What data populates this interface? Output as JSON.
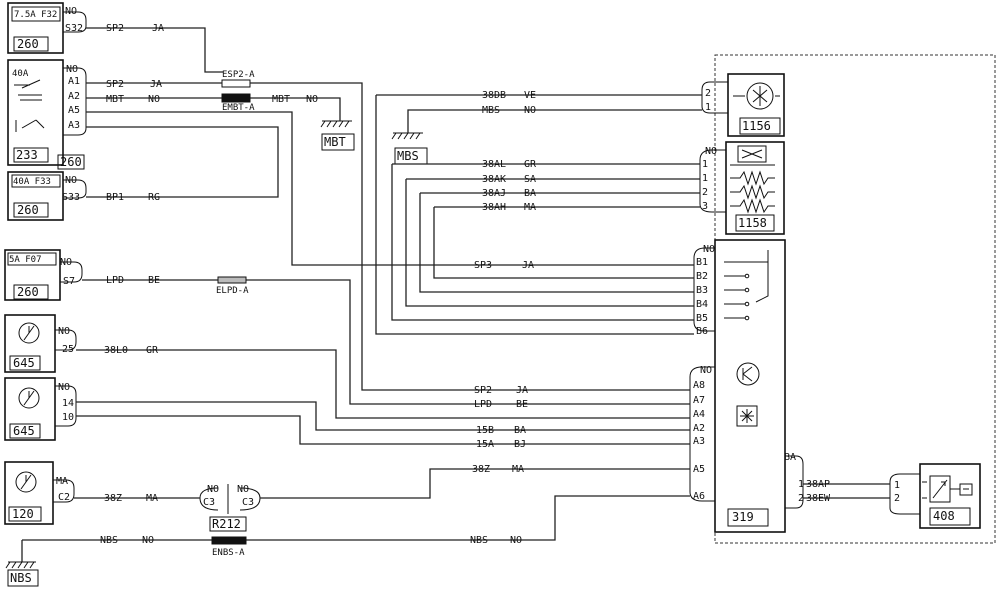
{
  "components": {
    "c260a": {
      "id": "260",
      "rating": "7.5A F32"
    },
    "c233": {
      "id": "233",
      "rating": "40A",
      "ref": "260"
    },
    "c260b": {
      "id": "260",
      "rating": "40A F33"
    },
    "c260c": {
      "id": "260",
      "rating": "5A F07"
    },
    "c645a": {
      "id": "645"
    },
    "c645b": {
      "id": "645"
    },
    "c120": {
      "id": "120"
    },
    "c1156": {
      "id": "1156"
    },
    "c1158": {
      "id": "1158"
    },
    "c319": {
      "id": "319"
    },
    "c408": {
      "id": "408"
    },
    "r212": {
      "id": "R212"
    }
  },
  "grounds": {
    "mbt": "MBT",
    "mbs": "MBS",
    "nbs": "NBS"
  },
  "splices": {
    "esp2": "ESP2-A",
    "embt": "EMBT-A",
    "elpd": "ELPD-A",
    "enbs": "ENBS-A"
  },
  "pins": {
    "no": "NO",
    "ma": "MA",
    "s32": "S32",
    "a1": "A1",
    "a2": "A2",
    "a5": "A5",
    "a3": "A3",
    "s33": "S33",
    "s7": "S7",
    "p25": "25",
    "p14": "14",
    "p10": "10",
    "c2": "C2",
    "c3": "C3",
    "one": "1",
    "two": "2",
    "three": "3",
    "b1": "B1",
    "b2": "B2",
    "b3": "B3",
    "b4": "B4",
    "b5": "B5",
    "b6": "B6",
    "a8": "A8",
    "a7": "A7",
    "a4": "A4",
    "a2r": "A2",
    "a3r": "A3",
    "a5r": "A5",
    "a6": "A6",
    "ba": "BA"
  },
  "wires": {
    "sp2": "SP2",
    "ja": "JA",
    "mbt": "MBT",
    "no": "NO",
    "bp1": "BP1",
    "rg": "RG",
    "lpd": "LPD",
    "be": "BE",
    "w38l0": "38L0",
    "gr": "GR",
    "w38z": "38Z",
    "ma": "MA",
    "nbs": "NBS",
    "w38db": "38DB",
    "ve": "VE",
    "mbs": "MBS",
    "w38al": "38AL",
    "w38ak": "38AK",
    "sa": "SA",
    "w38aj": "38AJ",
    "ba": "BA",
    "w38ah": "38AH",
    "sp3": "SP3",
    "w15b": "15B",
    "w15a": "15A",
    "bj": "BJ",
    "w38ap": "38AP",
    "w38ew": "38EW"
  }
}
